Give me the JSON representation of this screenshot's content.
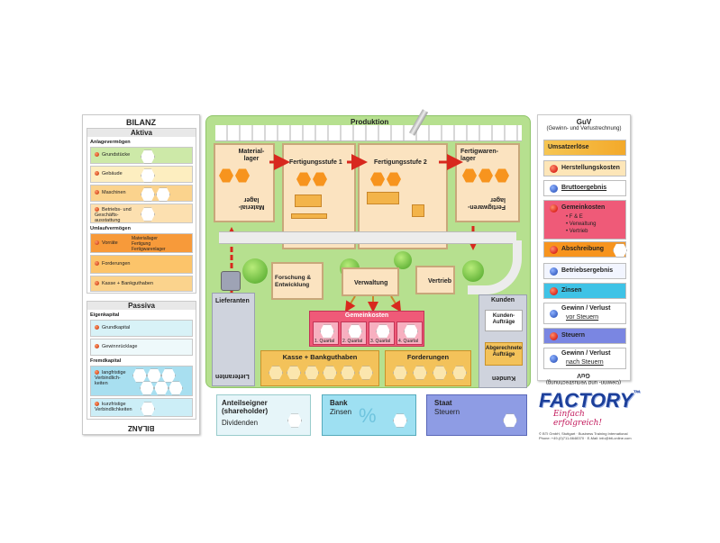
{
  "bilanz": {
    "title": "BILANZ",
    "aktiva": "Aktiva",
    "anlage": "Anlagevermögen",
    "anlage_items": [
      "Grundstücke",
      "Gebäude",
      "Maschinen",
      "Betriebs- und Geschäfts-ausstattung"
    ],
    "umlauf": "Umlaufvermögen",
    "vorrate": "Vorräte",
    "vorrate_sub": [
      "Materiallager",
      "Fertigung",
      "Fertigwarenlager"
    ],
    "umlauf_items": [
      "Forderungen",
      "Kasse + Bankguthaben"
    ],
    "passiva": "Passiva",
    "eigen": "Eigenkapital",
    "eigen_items": [
      "Grundkapital",
      "Gewinnrücklage"
    ],
    "fremd": "Fremdkapital",
    "fremd_items": [
      "langfristige Verbindlich-keiten",
      "kurzfristige Verbindlichkeiten"
    ],
    "bottom_title": "BILANZ"
  },
  "production": {
    "title": "Produktion",
    "materiallager": "Material-lager",
    "stufe1": "Fertigungsstufe 1",
    "stufe2": "Fertigungsstufe 2",
    "fertigwaren": "Fertigwaren-lager",
    "forschung": "Forschung & Entwicklung",
    "verwaltung": "Verwaltung",
    "vertrieb": "Vertrieb",
    "gemeinkosten": "Gemeinkosten",
    "quartale": [
      "1. Quartal",
      "2. Quartal",
      "3. Quartal",
      "4. Quartal"
    ],
    "kasse": "Kasse + Bankguthaben",
    "forderungen": "Forderungen",
    "lieferanten": "Lieferanten",
    "kunden": "Kunden",
    "kundenauftraege": "Kunden-Aufträge",
    "abgerechnete": "Abgerechnete Aufträge"
  },
  "guv": {
    "title": "GuV",
    "subtitle": "(Gewinn- und Verlustrechnung)",
    "umsatzerloese": "Umsatzerlöse",
    "herstellungskosten": "Herstellungskosten",
    "bruttoergebnis": "Bruttoergebnis",
    "gemeinkosten": "Gemeinkosten",
    "gk_items": [
      "F & E",
      "Verwaltung",
      "Vertrieb"
    ],
    "abschreibung": "Abschreibung",
    "betriebsergebnis": "Betriebsergebnis",
    "zinsen": "Zinsen",
    "gewinn_vor_1": "Gewinn / Verlust",
    "gewinn_vor_2": "vor Steuern",
    "steuern": "Steuern",
    "gewinn_nach_1": "Gewinn / Verlust",
    "gewinn_nach_2": "nach Steuern",
    "bottom_title": "GuV",
    "bottom_subtitle": "(Gewinn- und Verlustrechnung)"
  },
  "bottom": {
    "anteilseigner": "Anteilseigner (shareholder)",
    "dividenden": "Dividenden",
    "bank": "Bank",
    "zinsen": "Zinsen",
    "staat": "Staat",
    "steuern": "Steuern"
  },
  "brand": {
    "logo": "FACTORY",
    "tm": "™",
    "slogan": "Einfach erfolgreich!",
    "line1": "© BTI GmbH, Stuttgart · Business Training International",
    "line2": "Phone: +49-(0)711-6648370 · E-Mail: info@bti-online.com"
  },
  "colors": {
    "green": "#b6e08f",
    "orange": "#f7941e",
    "pink": "#ef5a78",
    "blue": "#3a67c4",
    "gold": "#f3c25a"
  }
}
